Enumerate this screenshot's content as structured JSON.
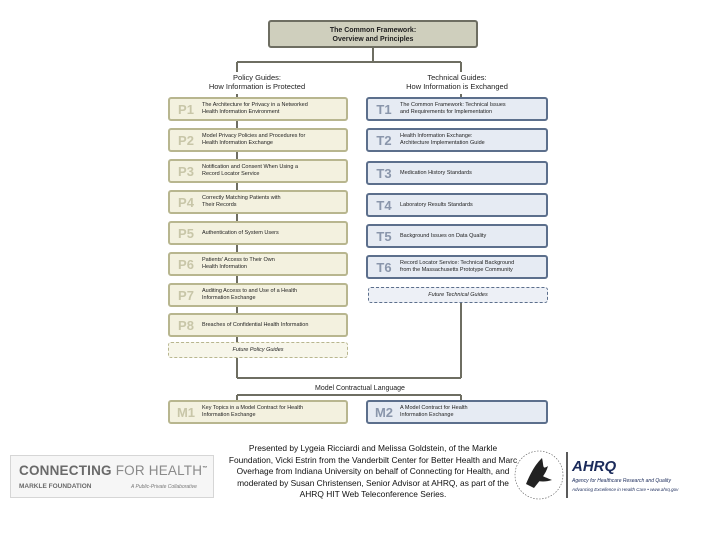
{
  "framework": {
    "title_line1": "The Common Framework:",
    "title_line2": "Overview and Principles"
  },
  "policy_column": {
    "title_line1": "Policy Guides:",
    "title_line2": "How Information is Protected",
    "items": [
      {
        "code": "P1",
        "line1": "The Architecture for Privacy in a Networked",
        "line2": "Health Information Environment"
      },
      {
        "code": "P2",
        "line1": "Model Privacy Policies and Procedures for",
        "line2": "Health Information Exchange"
      },
      {
        "code": "P3",
        "line1": "Notification and Consent When Using a",
        "line2": "Record Locator Service"
      },
      {
        "code": "P4",
        "line1": "Correctly Matching Patients with",
        "line2": "Their Records"
      },
      {
        "code": "P5",
        "line1": "Authentication of System Users",
        "line2": ""
      },
      {
        "code": "P6",
        "line1": "Patients' Access to Their Own",
        "line2": "Health Information"
      },
      {
        "code": "P7",
        "line1": "Auditing Access to and Use of a Health",
        "line2": "Information Exchange"
      },
      {
        "code": "P8",
        "line1": "Breaches of Confidential Health Information",
        "line2": ""
      }
    ],
    "future_label": "Future Policy Guides"
  },
  "technical_column": {
    "title_line1": "Technical Guides:",
    "title_line2": "How Information is Exchanged",
    "items": [
      {
        "code": "T1",
        "line1": "The Common Framework: Technical Issues",
        "line2": "and Requirements for Implementation"
      },
      {
        "code": "T2",
        "line1": "Health Information Exchange:",
        "line2": "Architecture Implementation Guide"
      },
      {
        "code": "T3",
        "line1": "Medication History Standards",
        "line2": ""
      },
      {
        "code": "T4",
        "line1": "Laboratory Results Standards",
        "line2": ""
      },
      {
        "code": "T5",
        "line1": "Background Issues on Data Quality",
        "line2": ""
      },
      {
        "code": "T6",
        "line1": "Record Locator Service: Technical Background",
        "line2": "from the Massachusetts Prototype Community"
      }
    ],
    "future_label": "Future Technical Guides"
  },
  "contract": {
    "title": "Model Contractual Language",
    "items": [
      {
        "code": "M1",
        "line1": "Key Topics in a Model Contract for Health",
        "line2": "Information Exchange"
      },
      {
        "code": "M2",
        "line1": "A Model Contract for Health",
        "line2": "Information Exchange"
      }
    ]
  },
  "presented_by": "Presented by Lygeia Ricciardi and Melissa Goldstein, of the Markle Foundation, Vicki Estrin from the Vanderbilt Center for Better Health and Marc Overhage from Indiana University on behalf of Connecting for Health, and moderated by Susan Christensen, Senior Advisor at AHRQ, as part of the AHRQ HIT Web Teleconference Series.",
  "logos": {
    "cfh_main_bold": "CONNECTING",
    "cfh_main_light": " FOR HEALTH",
    "cfh_tm": "™",
    "cfh_sub": "MARKLE FOUNDATION",
    "cfh_tagline": "A Public-Private Collaborative",
    "ahrq_name": "AHRQ",
    "ahrq_line1": "Agency for Healthcare Research and Quality",
    "ahrq_line2": "Advancing Excellence in Health Care • www.ahrq.gov"
  },
  "colors": {
    "policy_fill": "#f3f1df",
    "technical_fill": "#e6ebf3",
    "header_fill": "#cfcfbd"
  }
}
